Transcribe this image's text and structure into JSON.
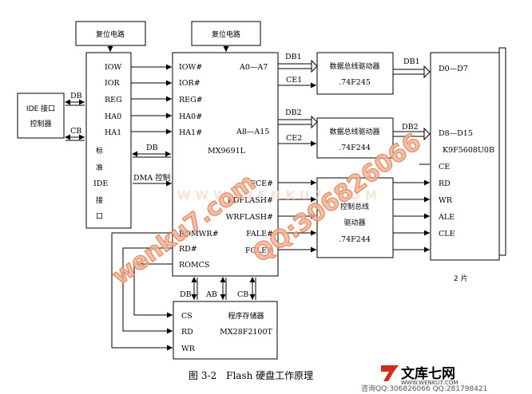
{
  "caption": "图 3-2　Flash 硬盘工作原理",
  "blocks": {
    "reset_left": "复位电路",
    "reset_right": "复位电路",
    "ide_controller": [
      "IDE 接口",
      "控制器"
    ],
    "ide_pins": [
      "IOW",
      "IOR",
      "REG",
      "HA0",
      "HA1"
    ],
    "ide_vertical": [
      "标",
      "准",
      "IDE",
      "接",
      "口"
    ],
    "mx_left_pins": [
      "IOW#",
      "IOR#",
      "REG#",
      "HA0#",
      "HA1#"
    ],
    "mx_right_top": [
      "A0—A7",
      "A8—A15"
    ],
    "mx_name": "MX9691L",
    "mx_right_pins": [
      "FCE#",
      "RDFLASH#",
      "WRFLASH#",
      "FALE#",
      "FCLE#"
    ],
    "mx_bottom_left": [
      "ROMWR#",
      "RD#",
      "ROMCS"
    ],
    "buf1": [
      "数据总线驱动器",
      ".74F245"
    ],
    "buf2": [
      "数据总线驱动器",
      ".74F244"
    ],
    "ctrl_buf": [
      "控制总线",
      "驱动器",
      ".74F244"
    ],
    "flash_pins": [
      "D0—D7",
      "D8—D15",
      "K9F5608U0B",
      "CE",
      "RD",
      "WR",
      "ALE",
      "CLE"
    ],
    "flash_count": "2 片",
    "prog_mem_pins": [
      "CS",
      "RD",
      "WR"
    ],
    "prog_mem_name": [
      "程序存储器",
      "MX28F2100T"
    ]
  },
  "signals": {
    "db": "DB",
    "cb": "CB",
    "db_mid": "DB",
    "dma": "DMA 控制",
    "db1_in": "DB1",
    "db1_out": "DB1",
    "ce1": "CE1",
    "db2_in": "DB2",
    "db2_out": "DB2",
    "ce2": "CE2",
    "bus_db": "DB",
    "bus_ab": "AB",
    "bus_cb": "CB"
  },
  "watermark": {
    "site": "wenku7.com",
    "phone": "QQ:306826066",
    "mid": "WWW.WENKU7.COM",
    "logo": "文库七网",
    "logo_url": "WWW.WENKU7.COM",
    "qq_line": "咨询QQ:306826066  QQ:281798421"
  }
}
